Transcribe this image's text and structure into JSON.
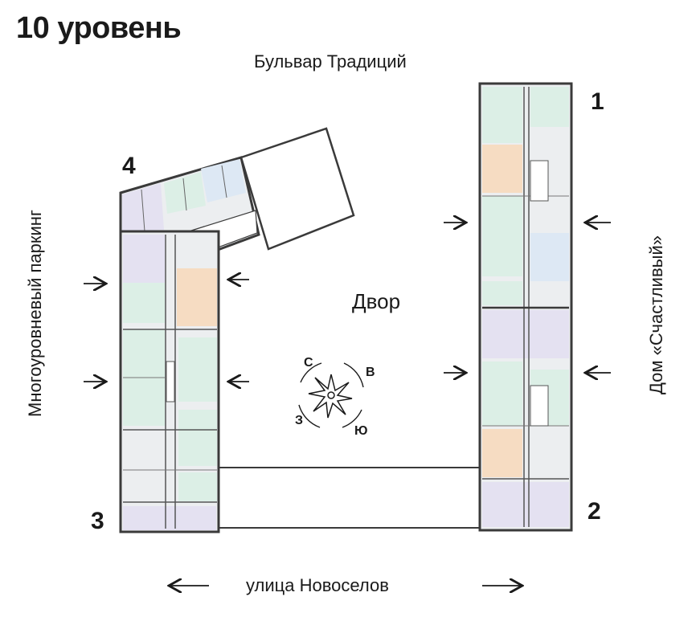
{
  "title": "10 уровень",
  "streets": {
    "top": "Бульвар Традиций",
    "bottom": "улица Новоселов",
    "left": "Многоуровневый паркинг",
    "right": "Дом «Счастливый»"
  },
  "courtyard": "Двор",
  "sections": [
    "1",
    "2",
    "3",
    "4"
  ],
  "compass": {
    "north": "С",
    "east": "В",
    "south": "Ю",
    "west": "З"
  },
  "colors": {
    "wall": "#3a3a3a",
    "apt_green": "#dcefe6",
    "apt_blue": "#dde8f4",
    "apt_orange": "#f6dcc2",
    "apt_lilac": "#e4e1f1",
    "apt_gray": "#eceef0"
  }
}
